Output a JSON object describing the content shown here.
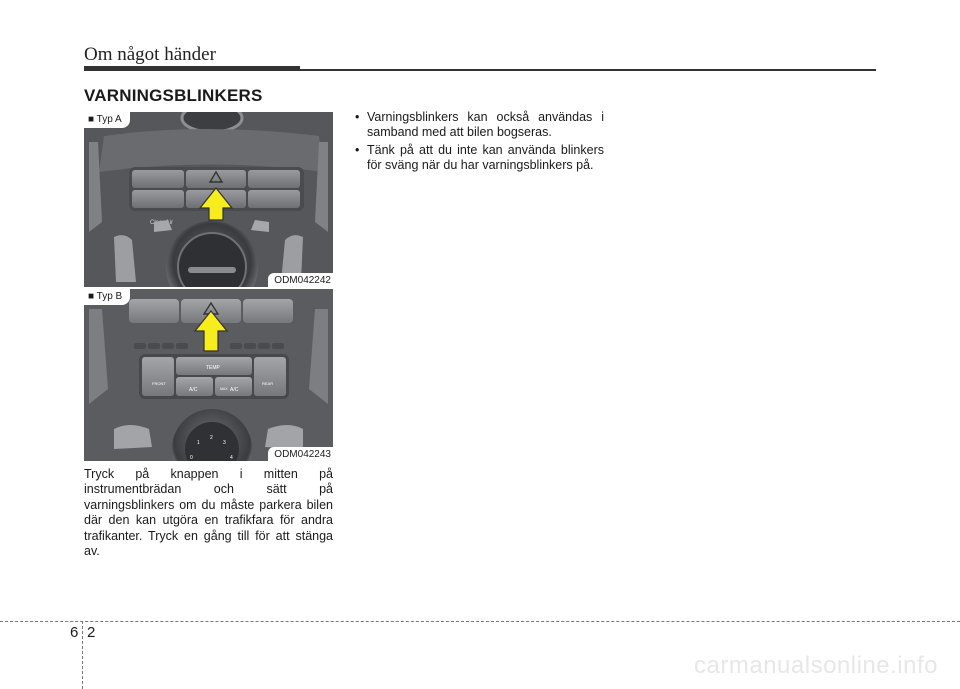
{
  "header": {
    "chapter_title": "Om något händer"
  },
  "section": {
    "title": "VARNINGSBLINKERS"
  },
  "figure_a": {
    "label": "■ Typ A",
    "code": "ODM042242",
    "brand_text": "CleanAir"
  },
  "figure_b": {
    "label": "■ Typ B",
    "code": "ODM042243",
    "panel_labels": {
      "temp": "TEMP",
      "ac_left": "A/C",
      "ac_right": "A/C",
      "max": "MAX",
      "front": "FRONT",
      "rear": "REAR",
      "dial_1": "1",
      "dial_2": "2",
      "dial_3": "3",
      "dial_4": "4",
      "dial_0": "0"
    }
  },
  "main": {
    "paragraph": "Tryck på knappen i mitten på instrumentbrädan och sätt på varningsblinkers om du måste parkera bilen där den kan utgöra en trafikfara för andra trafikanter. Tryck en gång till för att stänga av."
  },
  "bullets": [
    "Varningsblinkers kan också användas i samband med att bilen bogseras.",
    "Tänk på att du inte kan använda blinkers för sväng när du har varningsblinkers på."
  ],
  "footer": {
    "chapter_number": "6",
    "page_number": "2"
  },
  "watermark": "carmanualsonline.info",
  "colors": {
    "arrow_yellow": "#f7ec1c",
    "panel_gray": "#5c5d60",
    "text": "#1a1a1a"
  }
}
